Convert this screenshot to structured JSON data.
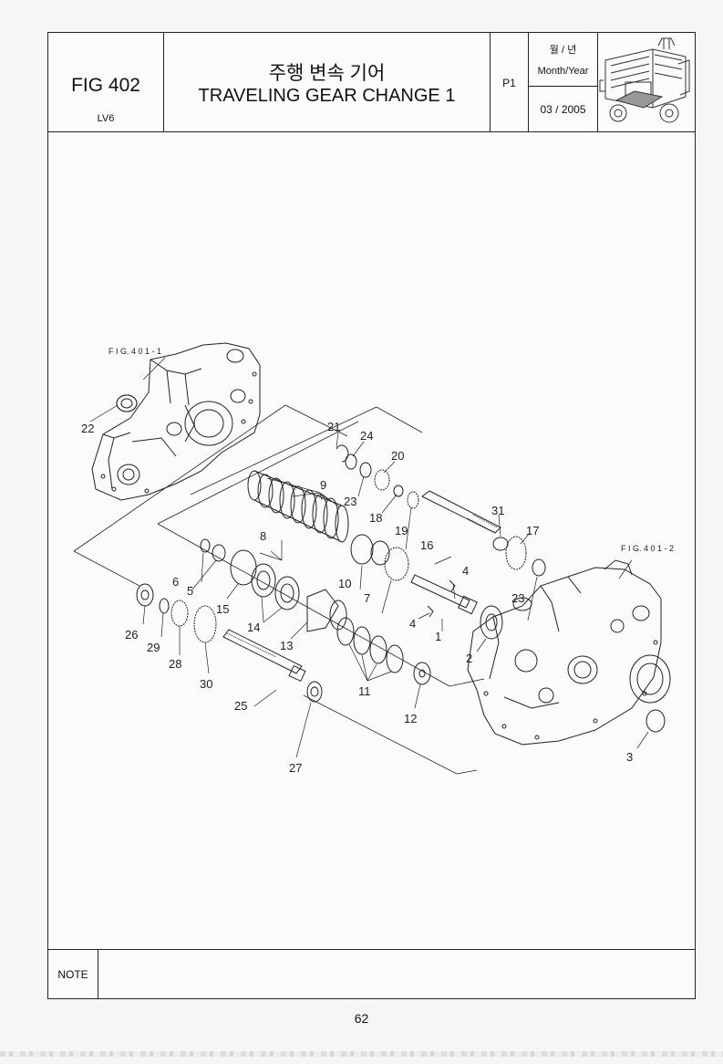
{
  "header": {
    "fig": "FIG 402",
    "model": "LV6",
    "title_ko": "주행 변속 기어",
    "title_en": "TRAVELING GEAR CHANGE 1",
    "page_code": "P1",
    "date_label_ko": "월 / 년",
    "date_label_en": "Month/Year",
    "date_value": "03 / 2005"
  },
  "diagram": {
    "ref_left": "F I G. 4 0 1 - 1",
    "ref_right": "F I G. 4 0 1 - 2",
    "callouts": {
      "c1": "1",
      "c2": "2",
      "c3": "3",
      "c4a": "4",
      "c4b": "4",
      "c5": "5",
      "c6": "6",
      "c7": "7",
      "c8": "8",
      "c9": "9",
      "c10": "10",
      "c11": "11",
      "c12": "12",
      "c13": "13",
      "c14": "14",
      "c15": "15",
      "c16": "16",
      "c17": "17",
      "c18": "18",
      "c19": "19",
      "c20": "20",
      "c21": "21",
      "c22": "22",
      "c23a": "23",
      "c23b": "23",
      "c24": "24",
      "c25": "25",
      "c26": "26",
      "c27": "27",
      "c28": "28",
      "c29": "29",
      "c30": "30",
      "c31": "31"
    }
  },
  "note_label": "NOTE",
  "page_number": "62"
}
